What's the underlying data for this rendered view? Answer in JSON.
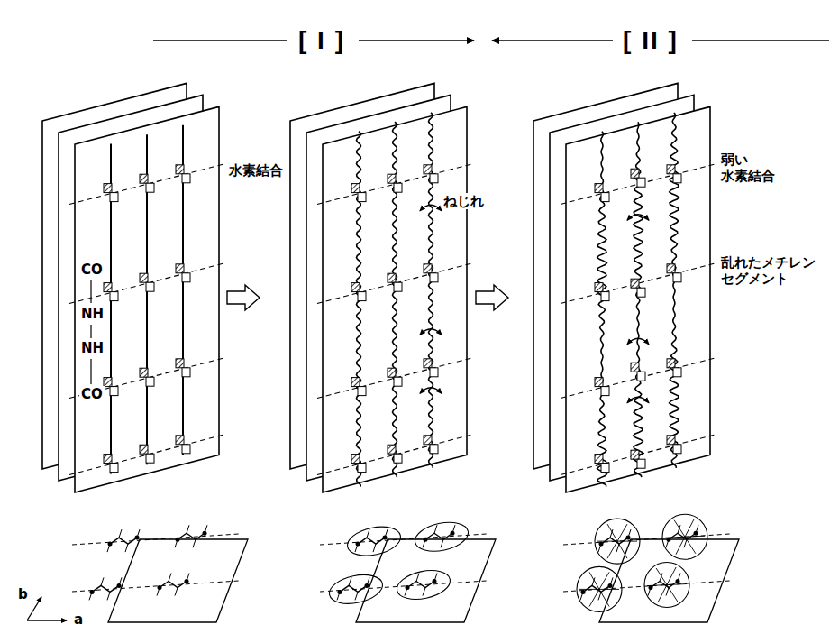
{
  "diagram": {
    "labels": [
      "[ I ]",
      "[ II ]",
      "CO",
      "NH",
      "NH",
      "CO",
      "水素結合",
      "ねじれ",
      "弱い 水素結合",
      "乱れたメチレン セグメント",
      "b",
      "a"
    ]
  }
}
